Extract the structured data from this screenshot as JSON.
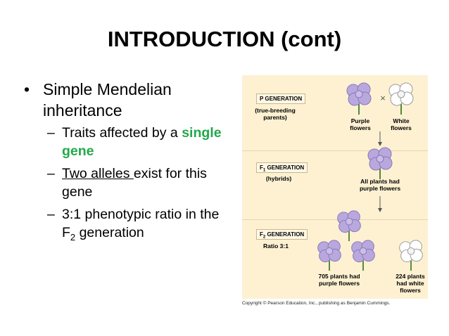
{
  "slide": {
    "title": "INTRODUCTION (cont)",
    "bullet_symbol": "•",
    "dash_symbol": "–",
    "bullet1": "Simple Mendelian inheritance",
    "sub1_prefix": "Traits affected by a",
    "sub1_emphasis": "single gene",
    "sub2_underlined": "Two alleles ",
    "sub2_rest": "exist for this gene",
    "sub3_prefix": "3:1 phenotypic ratio in the F",
    "sub3_subscript": "2",
    "sub3_suffix": " generation"
  },
  "figure": {
    "p_generation": "P GENERATION",
    "p_note": "(true-breeding parents)",
    "cross_symbol": "×",
    "purple_flowers": "Purple flowers",
    "white_flowers": "White flowers",
    "f1_letter": "F",
    "f1_sub": "1",
    "f1_generation": " GENERATION",
    "f1_note": "(hybrids)",
    "f1_result": "All plants had purple flowers",
    "f2_letter": "F",
    "f2_sub": "2",
    "f2_generation": " GENERATION",
    "f2_ratio": "Ratio 3:1",
    "f2_purple": "705 plants had purple flowers",
    "f2_white": "224 plants had white flowers",
    "copyright": "Copyright © Pearson Education, Inc., publishing as Benjamin Cummings.",
    "colors": {
      "purple": "#b9a8dd",
      "purple_edge": "#8a76b8",
      "white": "#ffffff",
      "white_edge": "#9a9a9a",
      "stem": "#4f8a3a",
      "background": "#fdf1d2"
    }
  }
}
